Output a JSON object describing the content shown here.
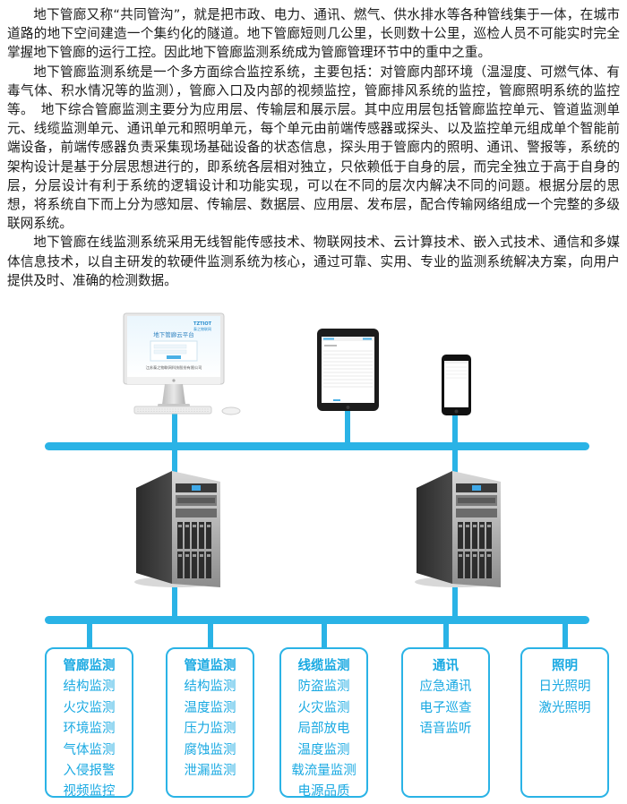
{
  "paragraphs": [
    "地下管廊又称“共同管沟”，就是把市政、电力、通讯、燃气、供水排水等各种管线集于一体，在城市道路的地下空间建造一个集约化的隧道。地下管廊短则几公里，长则数十公里，巡检人员不可能实时完全掌握地下管廊的运行工控。因此地下管廊监测系统成为管廊管理环节中的重中之重。",
    "地下管廊监测系统是一个多方面综合监控系统，主要包括：对管廊内部环境（温湿度、可燃气体、有毒气体、积水情况等的监测），管廊入口及内部的视频监控，管廊排风系统的监控，管廊照明系统的监控等。　地下综合管廊监测主要分为应用层、传输层和展示层。其中应用层包括管廊监控单元、管道监测单元、线缆监测单元、通讯单元和照明单元，每个单元由前端传感器或探头、以及监控单元组成单个智能前端设备，前端传感器负责采集现场基础设备的状态信息，探头用于管廊内的照明、通讯、警报等，系统的架构设计是基于分层思想进行的，即系统各层相对独立，只依赖低于自身的层，而完全独立于高于自身的层，分层设计有利于系统的逻辑设计和功能实现，可以在不同的层次内解决不同的问题。根据分层的思想，将系统自下而上分为感知层、传输层、数据层、应用层、发布层，配合传输网络组成一个完整的多级联网系统。",
    "地下管廊在线监测系统采用无线智能传感技术、物联网技术、云计算技术、嵌入式技术、通信和多媒体信息技术，以自主研发的软硬件监测系统为核心，通过可靠、实用、专业的监测系统解决方案，向用户提供及时、准确的检测数据。"
  ],
  "monitor_screen": {
    "brand": "TZTIOT",
    "brand_sub": "泰之物联网",
    "title": "地下管廊云平台",
    "company": "江苏泰之物联网科技股份有限公司"
  },
  "categories": [
    {
      "title": "管廊监测",
      "items": [
        "结构监测",
        "火灾监测",
        "环境监测",
        "气体监测",
        "入侵报警",
        "视频监控"
      ]
    },
    {
      "title": "管道监测",
      "items": [
        "结构监测",
        "温度监测",
        "压力监测",
        "腐蚀监测",
        "泄漏监测"
      ]
    },
    {
      "title": "线缆监测",
      "items": [
        "防盗监测",
        "火灾监测",
        "局部放电",
        "温度监测",
        "载流量监测",
        "电源品质"
      ]
    },
    {
      "title": "通讯",
      "items": [
        "应急通讯",
        "电子巡查",
        "语音监听"
      ]
    },
    {
      "title": "照明",
      "items": [
        "日光照明",
        "激光照明"
      ]
    }
  ],
  "colors": {
    "accent": "#2ab3e6",
    "text": "#1a1a1a",
    "box_text": "#19a9e2"
  },
  "icons": [
    "desktop-monitor-icon",
    "keyboard-icon",
    "mouse-icon",
    "tablet-icon",
    "smartphone-icon",
    "tower-server-icon"
  ]
}
